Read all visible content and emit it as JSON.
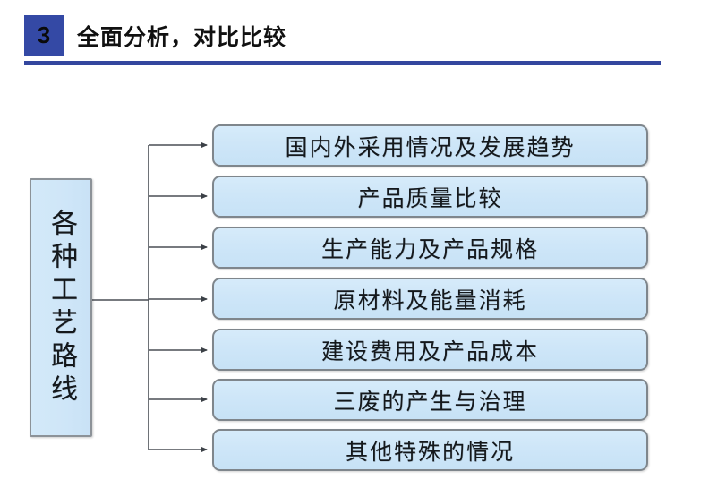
{
  "header": {
    "badge_number": "3",
    "title": "全面分析，对比比较",
    "badge_color": "#3449a5",
    "rule_color": "#33469e"
  },
  "diagram": {
    "type": "tree",
    "root": {
      "label": "各种工艺路线",
      "orientation": "vertical",
      "fill_color": "#cfe6f8",
      "border_color": "#8c9298"
    },
    "leaves": [
      {
        "id": "leaf-1",
        "label": "国内外采用情况及发展趋势"
      },
      {
        "id": "leaf-2",
        "label": "产品质量比较"
      },
      {
        "id": "leaf-3",
        "label": "生产能力及产品规格"
      },
      {
        "id": "leaf-4",
        "label": "原材料及能量消耗"
      },
      {
        "id": "leaf-5",
        "label": "建设费用及产品成本"
      },
      {
        "id": "leaf-6",
        "label": "三废的产生与治理"
      },
      {
        "id": "leaf-7",
        "label": "其他特殊的情况"
      }
    ],
    "leaf_fill_color": "#cee6f8",
    "leaf_border_color": "#7f868c",
    "connector_color": "#4a4f55"
  }
}
